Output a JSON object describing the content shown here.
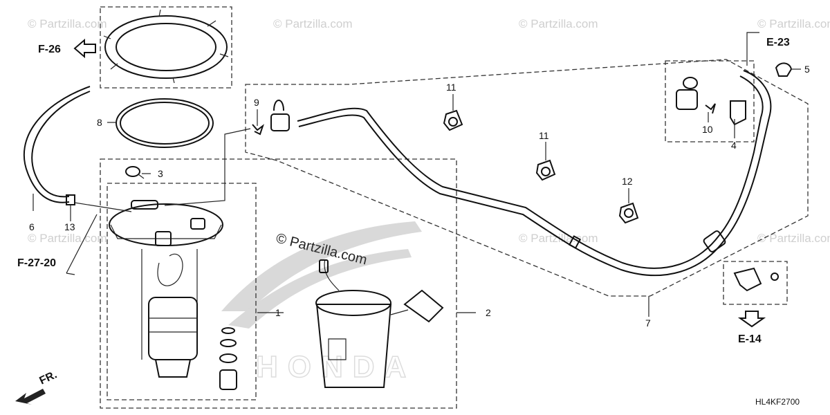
{
  "watermark": {
    "text": "© Partzilla.com",
    "center_text": "© Partzilla.com"
  },
  "diagram_code": "HL4KF2700",
  "callouts": [
    {
      "id": "c1",
      "label": "1"
    },
    {
      "id": "c2",
      "label": "2"
    },
    {
      "id": "c3",
      "label": "3"
    },
    {
      "id": "c4",
      "label": "4"
    },
    {
      "id": "c5",
      "label": "5"
    },
    {
      "id": "c6",
      "label": "6"
    },
    {
      "id": "c7",
      "label": "7"
    },
    {
      "id": "c8",
      "label": "8"
    },
    {
      "id": "c9",
      "label": "9"
    },
    {
      "id": "c10",
      "label": "10"
    },
    {
      "id": "c11a",
      "label": "11"
    },
    {
      "id": "c11b",
      "label": "11"
    },
    {
      "id": "c12",
      "label": "12"
    },
    {
      "id": "c13",
      "label": "13"
    }
  ],
  "references": {
    "f26": "F-26",
    "f2720": "F-27-20",
    "e23": "E-23",
    "e14": "E-14",
    "front": "FR."
  }
}
